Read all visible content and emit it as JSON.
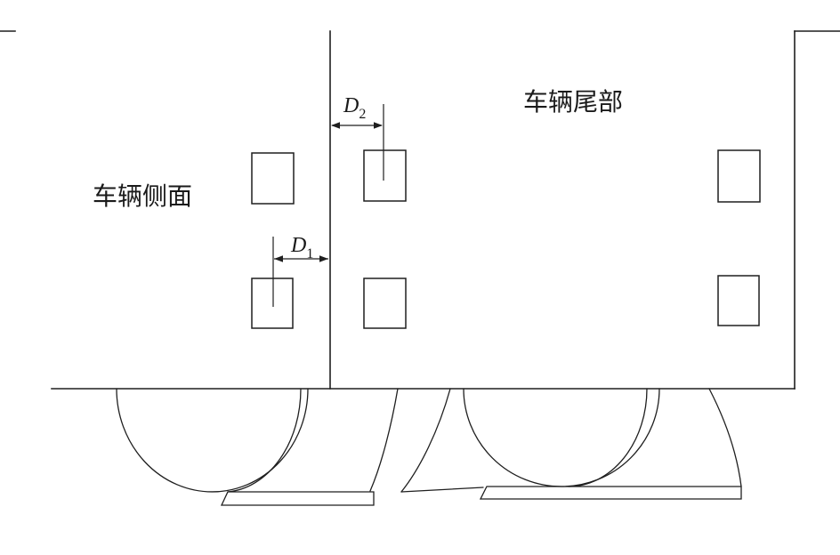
{
  "diagram": {
    "side_label": "车辆侧面",
    "rear_label": "车辆尾部",
    "dim_d1": {
      "symbol": "D",
      "subscript": "1"
    },
    "dim_d2": {
      "symbol": "D",
      "subscript": "2"
    },
    "colors": {
      "background": "#ffffff",
      "line": "#1f1f1f"
    }
  }
}
